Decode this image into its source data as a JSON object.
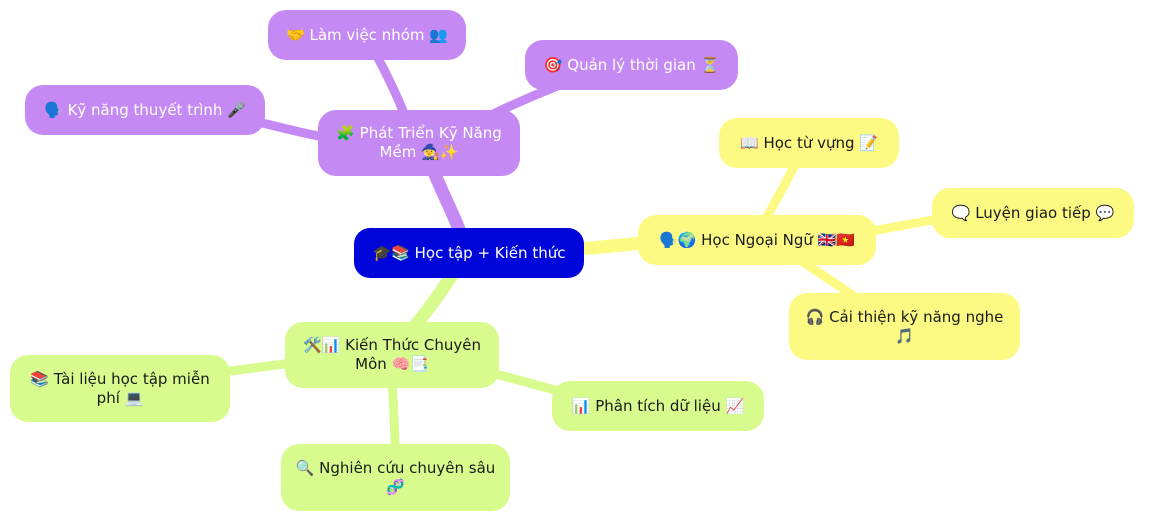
{
  "mindmap": {
    "root": {
      "label": "🎓📚 Học tập + Kiến thức"
    },
    "soft_skills": {
      "label": "🧩 Phát Triển Kỹ Năng Mềm 🧙✨",
      "children": [
        {
          "label": "🤝 Làm việc nhóm 👥"
        },
        {
          "label": "🎯 Quản lý thời gian ⏳"
        },
        {
          "label": "🗣️ Kỹ năng thuyết trình 🎤"
        }
      ]
    },
    "languages": {
      "label": "🗣️🌍 Học Ngoại Ngữ 🇬🇧🇻🇳",
      "children": [
        {
          "label": "📖 Học từ vựng 📝"
        },
        {
          "label": "🗨️ Luyện giao tiếp 💬"
        },
        {
          "label": "🎧 Cải thiện kỹ năng nghe 🎵"
        }
      ]
    },
    "expertise": {
      "label": "🛠️📊 Kiến Thức Chuyên Môn 🧠📑",
      "children": [
        {
          "label": "📚 Tài liệu học tập miễn phí 💻"
        },
        {
          "label": "📊 Phân tích dữ liệu 📈"
        },
        {
          "label": "🔍 Nghiên cứu chuyên sâu 🧬"
        }
      ]
    }
  },
  "colors": {
    "root": "#0006d9",
    "soft_skills": "#c589f3",
    "languages": "#fdfa84",
    "expertise": "#d8fb8e"
  }
}
